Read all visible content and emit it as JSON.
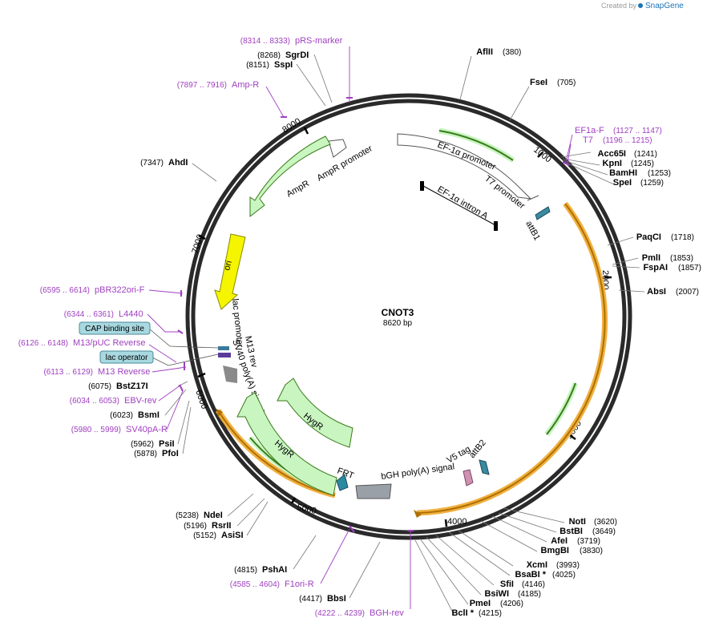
{
  "header": {
    "created_by": "Created by",
    "brand": "SnapGene"
  },
  "plasmid": {
    "name": "CNOT3",
    "size": "8620 bp"
  },
  "ticks": [
    "1000",
    "2000",
    "3000",
    "4000",
    "5000",
    "6000",
    "7000",
    "8000"
  ],
  "enzymes": [
    {
      "name": "AflII",
      "pos": "(380)"
    },
    {
      "name": "FseI",
      "pos": "(705)"
    },
    {
      "name": "Acc65I",
      "pos": "(1241)"
    },
    {
      "name": "KpnI",
      "pos": "(1245)"
    },
    {
      "name": "BamHI",
      "pos": "(1253)"
    },
    {
      "name": "SpeI",
      "pos": "(1259)"
    },
    {
      "name": "PaqCI",
      "pos": "(1718)"
    },
    {
      "name": "PmlI",
      "pos": "(1853)"
    },
    {
      "name": "FspAI",
      "pos": "(1857)"
    },
    {
      "name": "AbsI",
      "pos": "(2007)"
    },
    {
      "name": "NotI",
      "pos": "(3620)"
    },
    {
      "name": "BstBI",
      "pos": "(3649)"
    },
    {
      "name": "AfeI",
      "pos": "(3719)"
    },
    {
      "name": "BmgBI",
      "pos": "(3830)"
    },
    {
      "name": "XcmI",
      "pos": "(3993)"
    },
    {
      "name": "BsaBI *",
      "pos": "(4025)"
    },
    {
      "name": "SfiI",
      "pos": "(4146)"
    },
    {
      "name": "BsiWI",
      "pos": "(4185)"
    },
    {
      "name": "PmeI",
      "pos": "(4206)"
    },
    {
      "name": "BclI *",
      "pos": "(4215)"
    },
    {
      "name": "BbsI",
      "pos": "(4417)"
    },
    {
      "name": "PshAI",
      "pos": "(4815)"
    },
    {
      "name": "NdeI",
      "pos": "(5238)"
    },
    {
      "name": "RsrII",
      "pos": "(5196)"
    },
    {
      "name": "AsiSI",
      "pos": "(5152)"
    },
    {
      "name": "PfoI",
      "pos": "(5878)"
    },
    {
      "name": "PsiI",
      "pos": "(5962)"
    },
    {
      "name": "BsmI",
      "pos": "(6023)"
    },
    {
      "name": "BstZ17I",
      "pos": "(6075)"
    },
    {
      "name": "AhdI",
      "pos": "(7347)"
    },
    {
      "name": "SspI",
      "pos": "(8151)"
    },
    {
      "name": "SgrDI",
      "pos": "(8268)"
    }
  ],
  "primers": [
    {
      "name": "pRS-marker",
      "pos": "(8314 .. 8333)"
    },
    {
      "name": "Amp-R",
      "pos": "(7897 .. 7916)"
    },
    {
      "name": "EF1a-F",
      "pos": "(1127 .. 1147)"
    },
    {
      "name": "T7",
      "pos": "(1196 .. 1215)"
    },
    {
      "name": "pBR322ori-F",
      "pos": "(6595 .. 6614)"
    },
    {
      "name": "L4440",
      "pos": "(6344 .. 6361)"
    },
    {
      "name": "M13/pUC Reverse",
      "pos": "(6126 .. 6148)"
    },
    {
      "name": "M13 Reverse",
      "pos": "(6113 .. 6129)"
    },
    {
      "name": "EBV-rev",
      "pos": "(6034 .. 6053)"
    },
    {
      "name": "SV40pA-R",
      "pos": "(5980 .. 5999)"
    },
    {
      "name": "F1ori-R",
      "pos": "(4585 .. 4604)"
    },
    {
      "name": "BGH-rev",
      "pos": "(4222 .. 4239)"
    }
  ],
  "boxed_labels": [
    "CAP binding site",
    "lac operator"
  ],
  "features": {
    "ef1a_promoter": "EF-1α promoter",
    "t7_promoter": "T7 promoter",
    "ef1a_intron": "EF-1α intron A",
    "attb1": "attB1",
    "ampr_promoter": "AmpR promoter",
    "ampr": "AmpR",
    "ori": "ori",
    "lac_promoter": "lac promoter",
    "m13_rev": "M13 rev",
    "sv40_polya": "SV40 poly(A) signal",
    "hygr1": "HygR",
    "hygr2": "HygR",
    "frt": "FRT",
    "bgh_polya": "bGH poly(A) signal",
    "v5_tag": "V5 tag",
    "attb2": "attB2"
  },
  "colors": {
    "primer": "#a040c0",
    "green_arrow": "#c8f5c0",
    "green_edge": "#3a7a1a",
    "orange_ring": "#f0b040",
    "ori_yellow": "#f5f500",
    "cap_box": "#a8d8e0"
  }
}
